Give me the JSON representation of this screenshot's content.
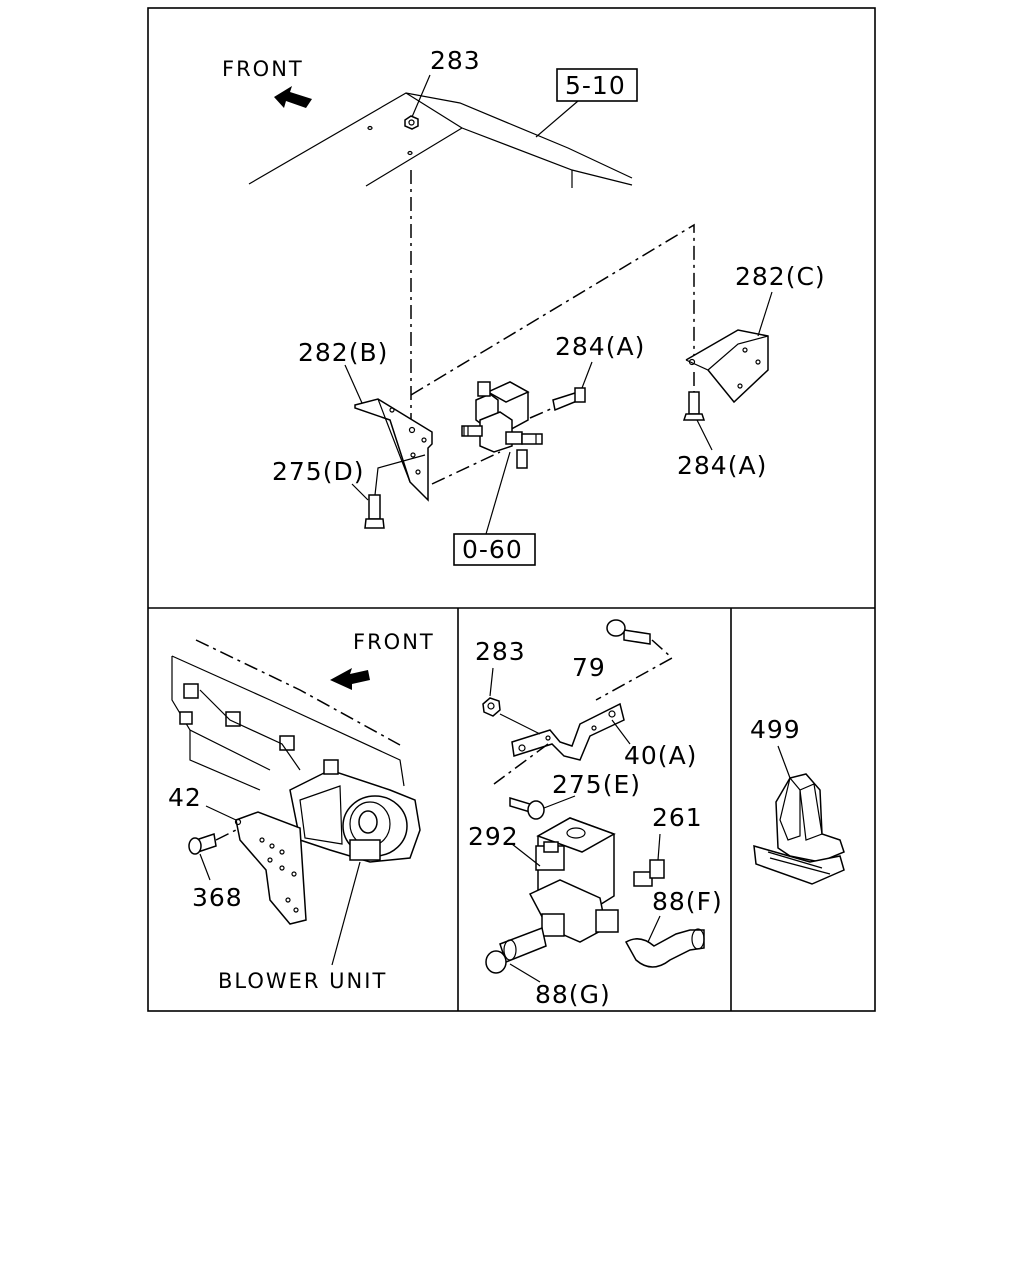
{
  "panels": {
    "top": {
      "front_label": "FRONT",
      "ref_boxes": [
        "5-10",
        "0-60"
      ],
      "callouts": [
        "283",
        "282(C)",
        "282(B)",
        "284(A)",
        "284(A)",
        "275(D)"
      ]
    },
    "bottom_left": {
      "front_label": "FRONT",
      "callouts": [
        "42",
        "368"
      ],
      "caption": "BLOWER UNIT"
    },
    "bottom_middle": {
      "callouts": [
        "283",
        "79",
        "40(A)",
        "275(E)",
        "292",
        "261",
        "88(F)",
        "88(G)"
      ]
    },
    "bottom_right": {
      "callouts": [
        "499"
      ]
    }
  },
  "colors": {
    "ink": "#000000",
    "paper": "#ffffff"
  }
}
